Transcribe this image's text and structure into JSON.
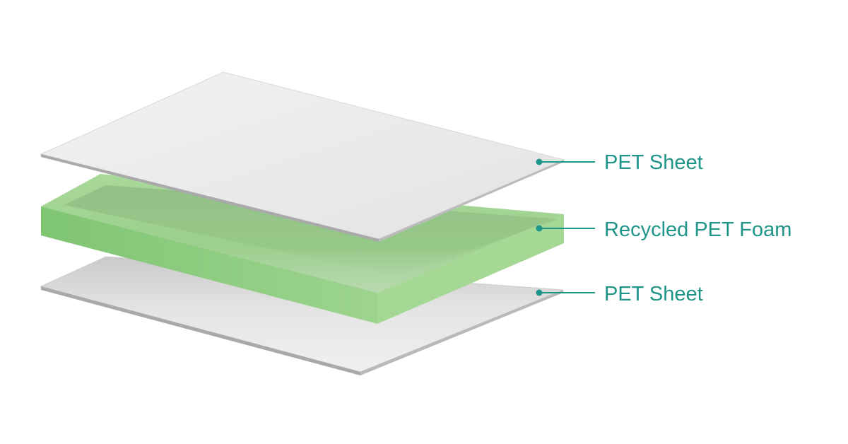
{
  "diagram": {
    "colors": {
      "sheet": "#e9e9e9",
      "sheet_edge": "#a9a9a9",
      "foam_top": "#b7dfa8",
      "foam_front": "#86c77a",
      "foam_side": "#a6d996",
      "callout": "#1f9488",
      "background": "#ffffff"
    },
    "layers": [
      {
        "id": "top-sheet",
        "label": "PET Sheet"
      },
      {
        "id": "foam-core",
        "label": "Recycled PET Foam"
      },
      {
        "id": "bottom-sheet",
        "label": "PET Sheet"
      }
    ]
  }
}
